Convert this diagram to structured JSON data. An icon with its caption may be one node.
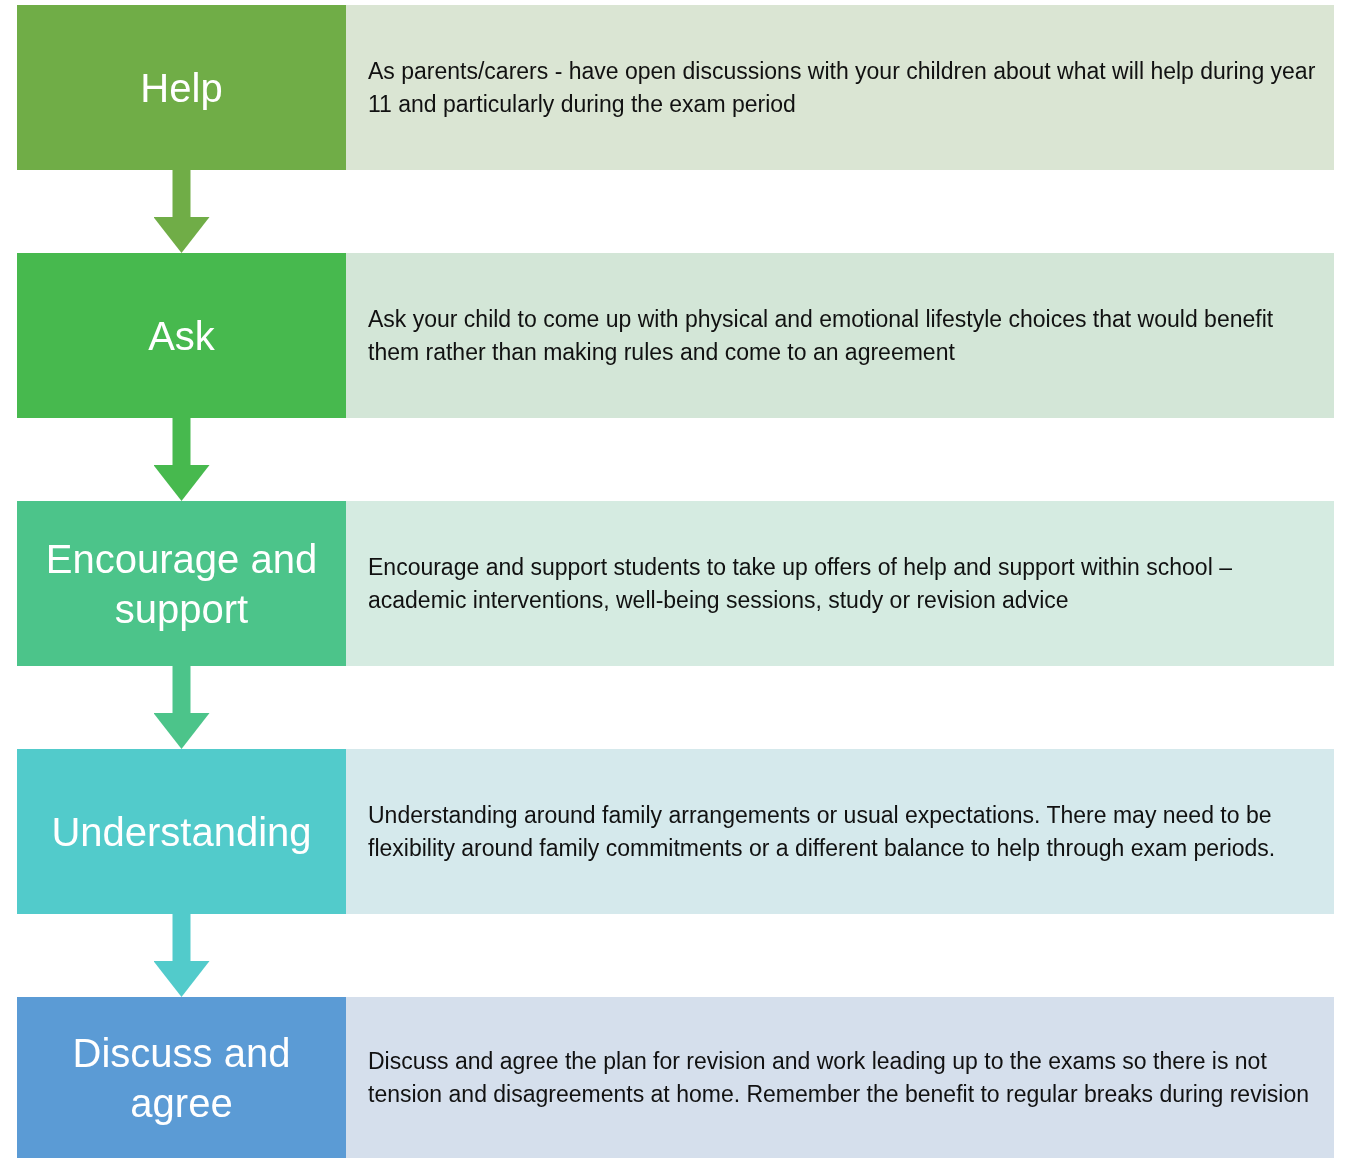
{
  "diagram": {
    "nodes": [
      {
        "text": [
          "Help"
        ]
      },
      {
        "text": [
          "As parents/carers - have open discussions with your children about what will help during year 11 and particularly during the exam period"
        ]
      },
      {
        "text": [
          "Ask"
        ]
      },
      {
        "text": [
          "Ask your child to come up with physical and emotional lifestyle choices that would benefit them rather than making rules and come to an agreement"
        ]
      },
      {
        "text": [
          "Encourage and support"
        ]
      },
      {
        "text": [
          "Encourage and support students to take up offers of help and support within school – academic interventions, well-being sessions, study or revision advice"
        ]
      },
      {
        "text": [
          "Understanding"
        ]
      },
      {
        "text": [
          "Understanding around family arrangements or usual expectations. There may need to be flexibility around family commitments or a different balance to help through exam periods."
        ]
      },
      {
        "text": [
          "Discuss and agree"
        ]
      },
      {
        "text": [
          "Discuss and agree the plan for revision and work leading up to the exams so there is not tension and disagreements at home. Remember the benefit to regular breaks during revision"
        ]
      }
    ],
    "edges": [
      {
        "from": 0,
        "to": 2,
        "arrow": "to",
        "color": "#70ad47"
      },
      {
        "from": 2,
        "to": 4,
        "arrow": "to",
        "color": "#47b94e"
      },
      {
        "from": 4,
        "to": 6,
        "arrow": "to",
        "color": "#4cc48a"
      },
      {
        "from": 6,
        "to": 8,
        "arrow": "to",
        "color": "#52cbcb"
      }
    ]
  }
}
